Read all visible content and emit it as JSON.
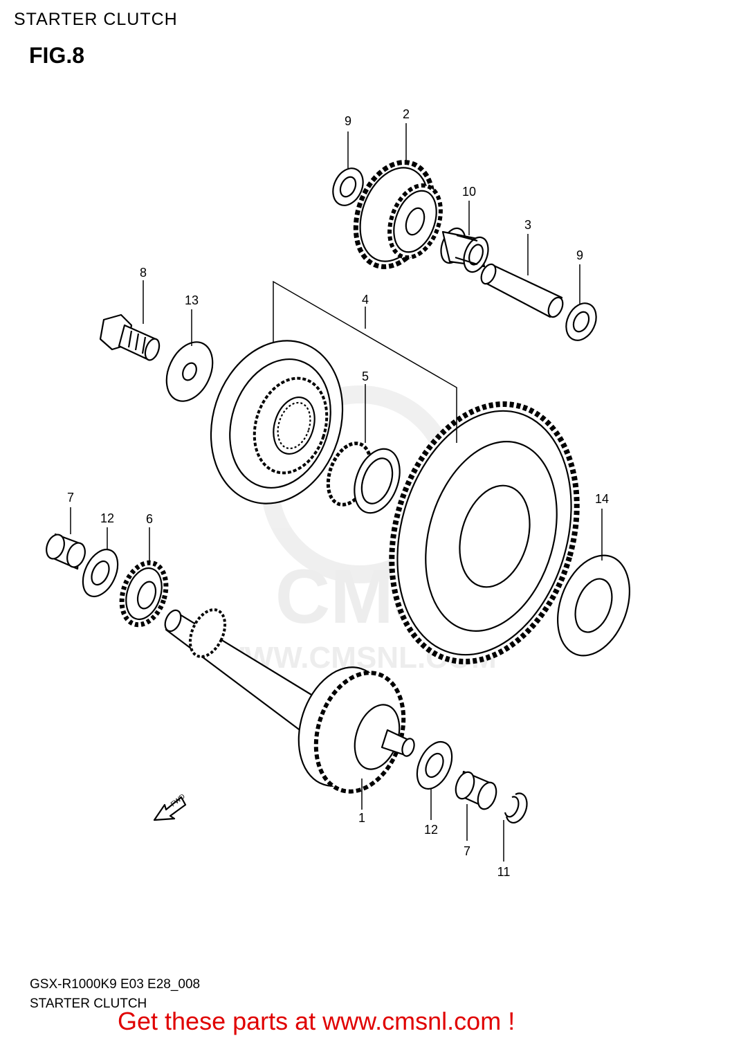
{
  "header": {
    "title": "STARTER CLUTCH",
    "figure": "FIG.8"
  },
  "footer": {
    "code": "GSX-R1000K9 E03 E28_008",
    "title": "STARTER CLUTCH"
  },
  "promo": "Get these parts at www.cmsnl.com !",
  "watermark": {
    "brand": "CMS",
    "url": "WWW.CMSNL.COM"
  },
  "arrow_label": "FWD",
  "callouts": {
    "p1": "1",
    "p2": "2",
    "p3": "3",
    "p4": "4",
    "p5": "5",
    "p6": "6",
    "p7a": "7",
    "p7b": "7",
    "p8": "8",
    "p9a": "9",
    "p9b": "9",
    "p10": "10",
    "p11": "11",
    "p12a": "12",
    "p12b": "12",
    "p13": "13",
    "p14": "14"
  }
}
